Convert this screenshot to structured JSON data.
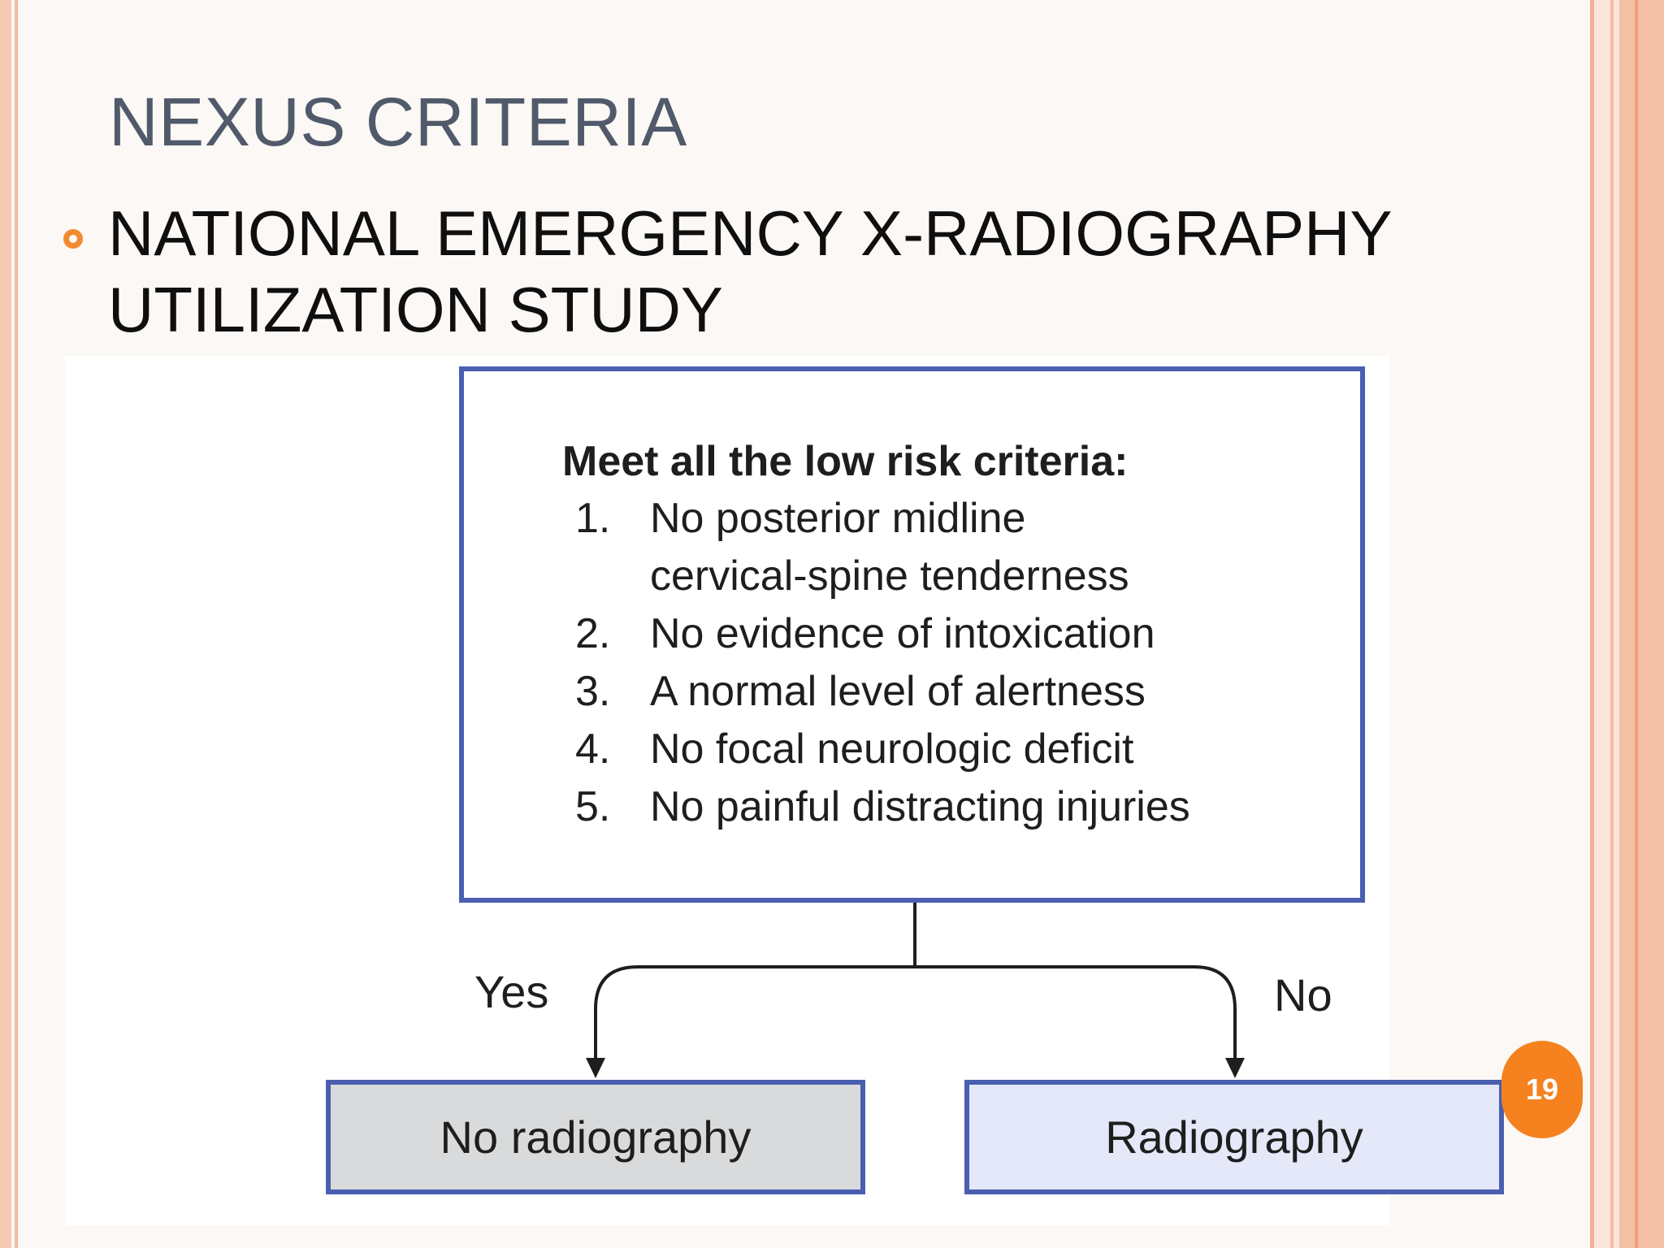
{
  "slide": {
    "title": "NEXUS CRITERIA",
    "bullet": "NATIONAL EMERGENCY X-RADIOGRAPHY UTILIZATION STUDY",
    "page_number": "19"
  },
  "figure": {
    "criteria_heading": "Meet all the low risk criteria:",
    "criteria": [
      {
        "num": "1.",
        "line1": "No posterior midline",
        "line2": "cervical-spine tenderness"
      },
      {
        "num": "2.",
        "line1": "No evidence of intoxication"
      },
      {
        "num": "3.",
        "line1": "A normal level of alertness"
      },
      {
        "num": "4.",
        "line1": "No focal neurologic deficit"
      },
      {
        "num": "5.",
        "line1": "No painful distracting injuries"
      }
    ],
    "yes_label": "Yes",
    "no_label": "No",
    "yes_outcome": "No radiography",
    "no_outcome": "Radiography"
  },
  "colors": {
    "accent_orange": "#f5821f",
    "box_border_blue": "#4a5fb0",
    "no_radiography_fill": "#d9dadb",
    "radiography_fill": "#e4e8f8"
  }
}
